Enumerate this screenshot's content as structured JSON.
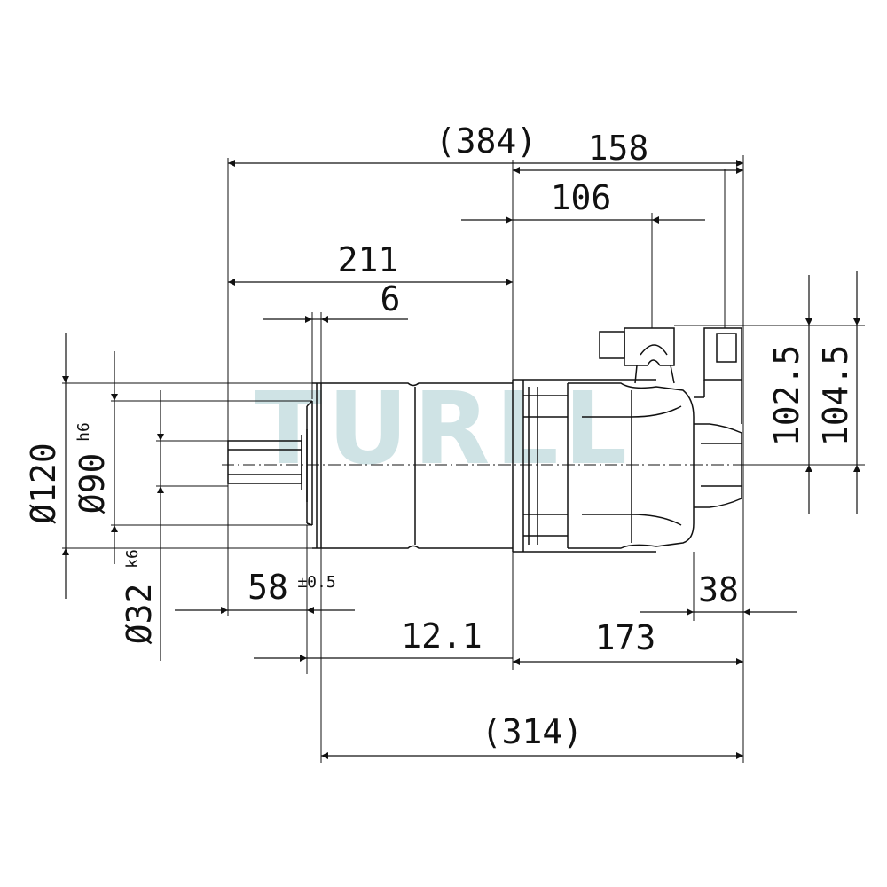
{
  "watermark": "TURLL",
  "colors": {
    "ink": "#111111",
    "watermark": "#cfe3e5",
    "background": "#ffffff"
  },
  "dimensions": {
    "overall_length": "(384)",
    "motor_length": "158",
    "terminal_offset": "106",
    "flange_to_body": "211",
    "flange_thickness": "6",
    "height_outer": "102.5",
    "height_total": "104.5",
    "diameter_120": "Ø120",
    "diameter_90": "Ø90",
    "diameter_90_tol": "h6",
    "diameter_32": "Ø32",
    "diameter_32_tol": "k6",
    "shaft_length": "58",
    "shaft_length_tol": "±0.5",
    "offset_12_1": "12.1",
    "motor_body": "173",
    "end_cap": "38",
    "body_length": "(314)"
  }
}
